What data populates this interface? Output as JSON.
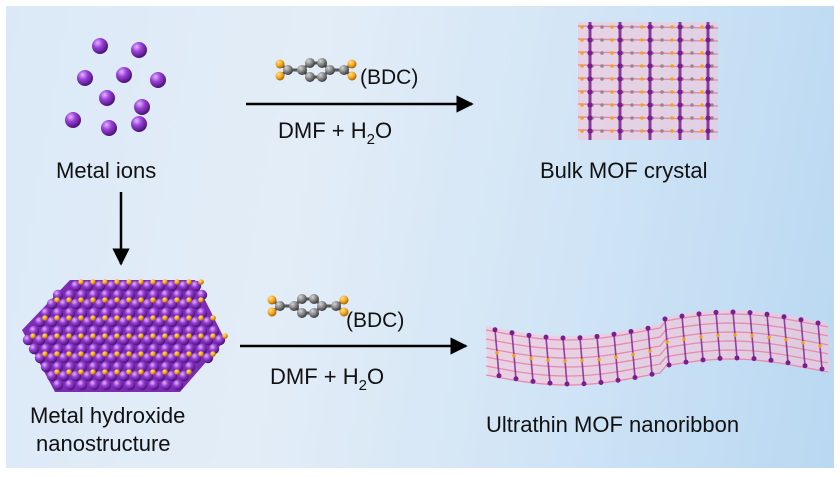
{
  "labels": {
    "metal_ions": "Metal ions",
    "bulk_mof": "Bulk MOF crystal",
    "hydroxide_line1": "Metal hydroxide",
    "hydroxide_line2": "nanostructure",
    "nanoribbon": "Ultrathin MOF nanoribbon"
  },
  "top_reaction": {
    "linker": "(BDC)",
    "solvent_main": "DMF + H",
    "solvent_sub": "2",
    "solvent_end": "O"
  },
  "bottom_reaction": {
    "linker": "(BDC)",
    "solvent_main": "DMF + H",
    "solvent_sub": "2",
    "solvent_end": "O"
  },
  "colors": {
    "metal": "#8a2fc9",
    "linker_carbon": "#7d7d7d",
    "linker_oxygen": "#f0a41c",
    "framework": "#f2a8c4",
    "arrow": "#000000"
  },
  "icons": [
    "metal-ion-sphere",
    "bdc-linker-molecule",
    "hydroxide-crystal",
    "mof-framework"
  ]
}
